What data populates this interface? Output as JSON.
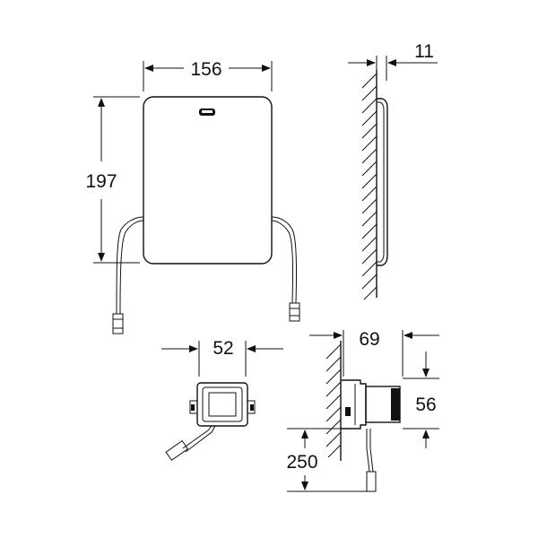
{
  "dimensions": {
    "panel_width": "156",
    "panel_height": "197",
    "panel_depth": "11",
    "box_width": "52",
    "box_depth": "69",
    "box_height": "56",
    "cable_length": "250"
  },
  "colors": {
    "line": "#111111",
    "background": "#ffffff"
  }
}
